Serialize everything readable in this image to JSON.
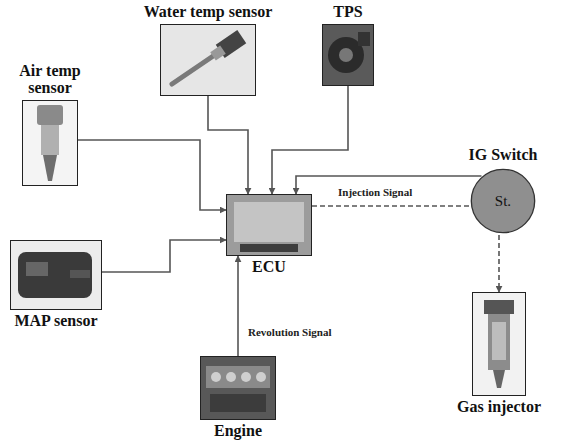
{
  "diagram": {
    "nodes": [
      {
        "text": [
          "Water temp sensor"
        ]
      },
      {
        "text": [
          "TPS"
        ]
      },
      {
        "text": [
          "Air temp sensor"
        ]
      },
      {
        "text": [
          "IG Switch",
          "St."
        ]
      },
      {
        "text": [
          "ECU"
        ]
      },
      {
        "text": [
          "MAP sensor"
        ]
      },
      {
        "text": [
          "Engine"
        ]
      },
      {
        "text": [
          "Gas injector"
        ]
      }
    ],
    "edges": [
      {
        "from": 0,
        "to": 4,
        "arrow": "to"
      },
      {
        "from": 1,
        "to": 4,
        "arrow": "to"
      },
      {
        "from": 2,
        "to": 4,
        "arrow": "to"
      },
      {
        "from": 3,
        "to": 4,
        "arrow": "to"
      },
      {
        "from": 5,
        "to": 4,
        "arrow": "to"
      },
      {
        "from": 6,
        "to": 4,
        "arrow": "to",
        "label": "Revolution Signal"
      },
      {
        "from": 4,
        "to": 7,
        "arrow": "to",
        "label": "Injection Signal"
      }
    ]
  }
}
